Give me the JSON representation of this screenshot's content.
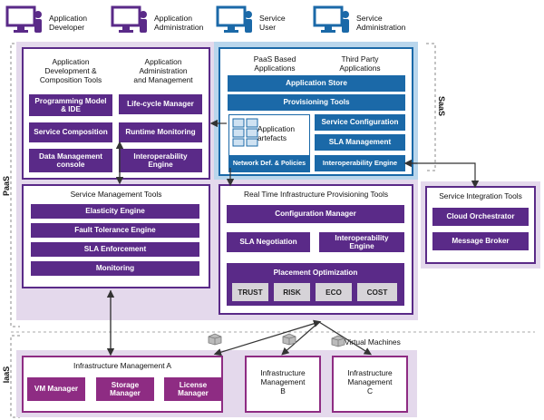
{
  "users": [
    {
      "label": "Application\nDeveloper",
      "color": "#5a2a88"
    },
    {
      "label": "Application\nAdministration",
      "color": "#5a2a88"
    },
    {
      "label": "Service\nUser",
      "color": "#1b69a8"
    },
    {
      "label": "Service\nAdministration",
      "color": "#1b69a8"
    }
  ],
  "bands": {
    "paas": "PaaS",
    "saas": "SaaS",
    "iaas": "IaaS"
  },
  "dev_tools": {
    "heading": "Application\nDevelopment &\nComposition Tools",
    "items": [
      "Programming Model\n& IDE",
      "Service Composition",
      "Data Management\nconsole"
    ]
  },
  "admin_tools": {
    "heading": "Application\nAdministration\nand Management",
    "items": [
      "Life-cycle Manager",
      "Runtime Monitoring",
      "Interoperability\nEngine"
    ]
  },
  "saas_panel": {
    "heading_left": "PaaS Based\nApplications",
    "heading_right": "Third Party\nApplications",
    "app_store": "Application Store",
    "provisioning": "Provisioning Tools",
    "artefacts": "Application\nartefacts",
    "network_def": "Network Def. & Policies",
    "service_config": "Service Configuration",
    "sla_mgmt": "SLA Management",
    "interop_engine": "Interoperability Engine"
  },
  "service_mgmt": {
    "heading": "Service Management Tools",
    "items": [
      "Elasticity Engine",
      "Fault Tolerance Engine",
      "SLA Enforcement",
      "Monitoring"
    ]
  },
  "realtime": {
    "heading": "Real Time Infrastructure Provisioning Tools",
    "config_manager": "Configuration Manager",
    "sla_negotiation": "SLA Negotiation",
    "interop": "Interoperability\nEngine",
    "placement": "Placement Optimization",
    "placement_items": [
      "TRUST",
      "RISK",
      "ECO",
      "COST"
    ]
  },
  "integration": {
    "heading": "Service Integration Tools",
    "items": [
      "Cloud Orchestrator",
      "Message Broker"
    ]
  },
  "infra": {
    "a_heading": "Infrastructure Management A",
    "a_items": [
      "VM Manager",
      "Storage\nManager",
      "License\nManager"
    ],
    "b": "Infrastructure\nManagement\nB",
    "c": "Infrastructure\nManagement\nC",
    "vm_label": "Virtual Machines"
  }
}
